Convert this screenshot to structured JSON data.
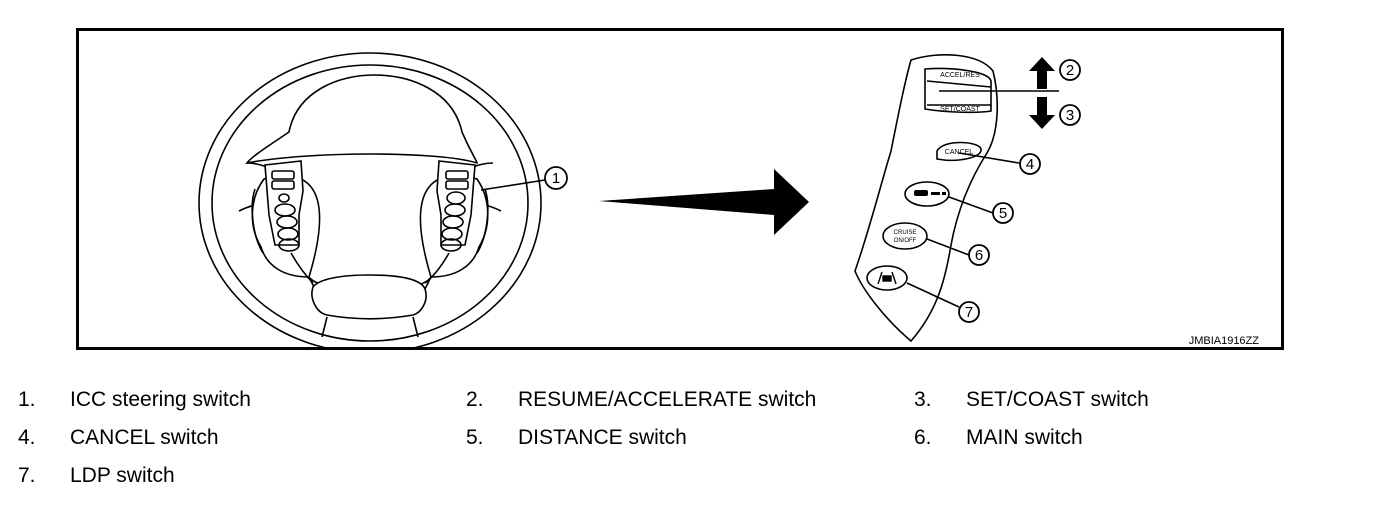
{
  "figure": {
    "code": "JMBIA1916ZZ",
    "callouts": [
      "1",
      "2",
      "3",
      "4",
      "5",
      "6",
      "7"
    ],
    "button_text": {
      "accel_res": "ACCEL/RES",
      "set_coast": "SET/COAST",
      "cancel": "CANCEL",
      "cruise_line1": "CRUISE",
      "cruise_line2": "ON/OFF"
    }
  },
  "legend": [
    {
      "num": "1.",
      "label": "ICC steering switch"
    },
    {
      "num": "2.",
      "label": "RESUME/ACCELERATE switch"
    },
    {
      "num": "3.",
      "label": "SET/COAST switch"
    },
    {
      "num": "4.",
      "label": "CANCEL switch"
    },
    {
      "num": "5.",
      "label": "DISTANCE switch"
    },
    {
      "num": "6.",
      "label": "MAIN switch"
    },
    {
      "num": "7.",
      "label": "LDP switch"
    }
  ]
}
